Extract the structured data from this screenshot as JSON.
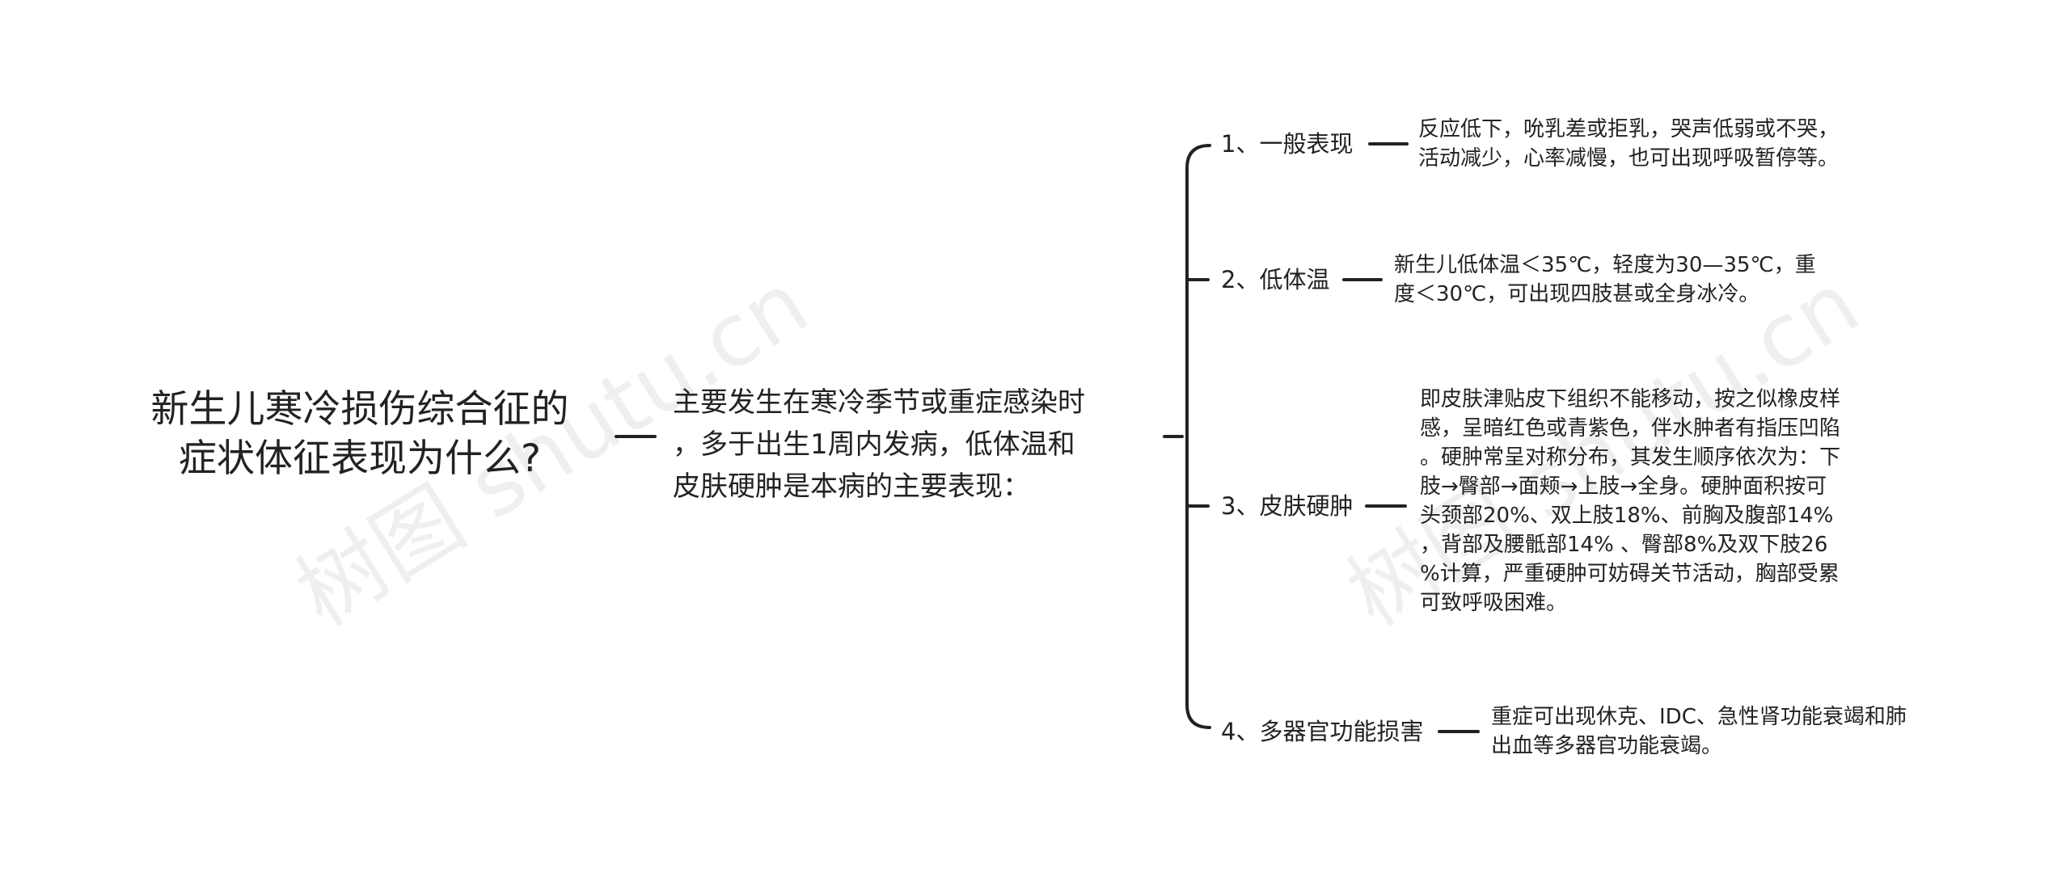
{
  "root": {
    "lines": [
      "新生儿寒冷损伤综合征的",
      "症状体征表现为什么?"
    ]
  },
  "middle": {
    "lines": [
      "主要发生在寒冷季节或重症感染时",
      "，多于出生1周内发病，低体温和",
      "皮肤硬肿是本病的主要表现："
    ]
  },
  "branches": [
    {
      "label": "1、一般表现",
      "detail": [
        "反应低下，吮乳差或拒乳，哭声低弱或不哭，",
        "活动减少，心率减慢，也可出现呼吸暂停等。"
      ]
    },
    {
      "label": "2、低体温",
      "detail": [
        "新生儿低体温＜35℃，轻度为30—35℃，重",
        "度＜30℃，可出现四肢甚或全身冰冷。"
      ]
    },
    {
      "label": "3、皮肤硬肿",
      "detail": [
        "即皮肤津贴皮下组织不能移动，按之似橡皮样",
        "感，呈暗红色或青紫色，伴水肿者有指压凹陷",
        "。硬肿常呈对称分布，其发生顺序依次为：下",
        "肢→臀部→面颊→上肢→全身。硬肿面积按可",
        "头颈部20%、双上肢18%、前胸及腹部14%",
        "，背部及腰骶部14% 、臀部8%及双下肢26",
        "%计算，严重硬肿可妨碍关节活动，胸部受累",
        "可致呼吸困难。"
      ]
    },
    {
      "label": "4、多器官功能损害",
      "detail": [
        "重症可出现休克、IDC、急性肾功能衰竭和肺",
        "出血等多器官功能衰竭。"
      ]
    }
  ],
  "watermark": {
    "text": "树图 shutu.cn"
  }
}
